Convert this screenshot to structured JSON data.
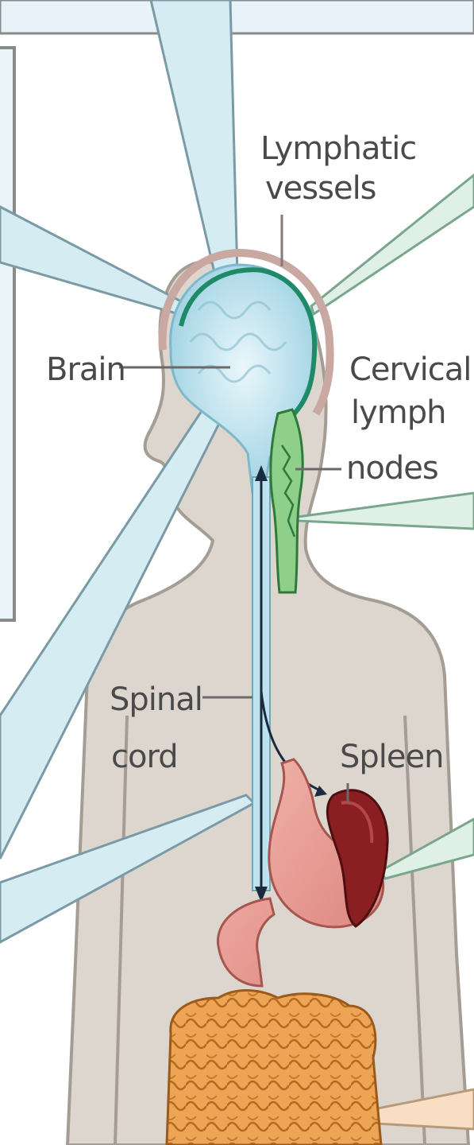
{
  "labels": {
    "lymphatic_vessels": [
      "Lymphatic",
      "vessels"
    ],
    "brain": "Brain",
    "cervical_lymph_nodes": [
      "Cervical",
      "lymph",
      "nodes"
    ],
    "spinal_cord": [
      "Spinal",
      "cord"
    ],
    "spleen": "Spleen"
  },
  "colors": {
    "body": "#ddd6cf",
    "body_outline": "#a59c94",
    "brain": "#bfe3ee",
    "lymphatic": "#1f8a68",
    "lymph_nodes": "#8ecf8a",
    "spleen": "#8a1f22",
    "stomach": "#e8a29a",
    "intestines": "#eda455",
    "callout_blue": "#d5ecf3",
    "callout_green": "#dff1e6",
    "callout_orange": "#f8dfc4"
  }
}
